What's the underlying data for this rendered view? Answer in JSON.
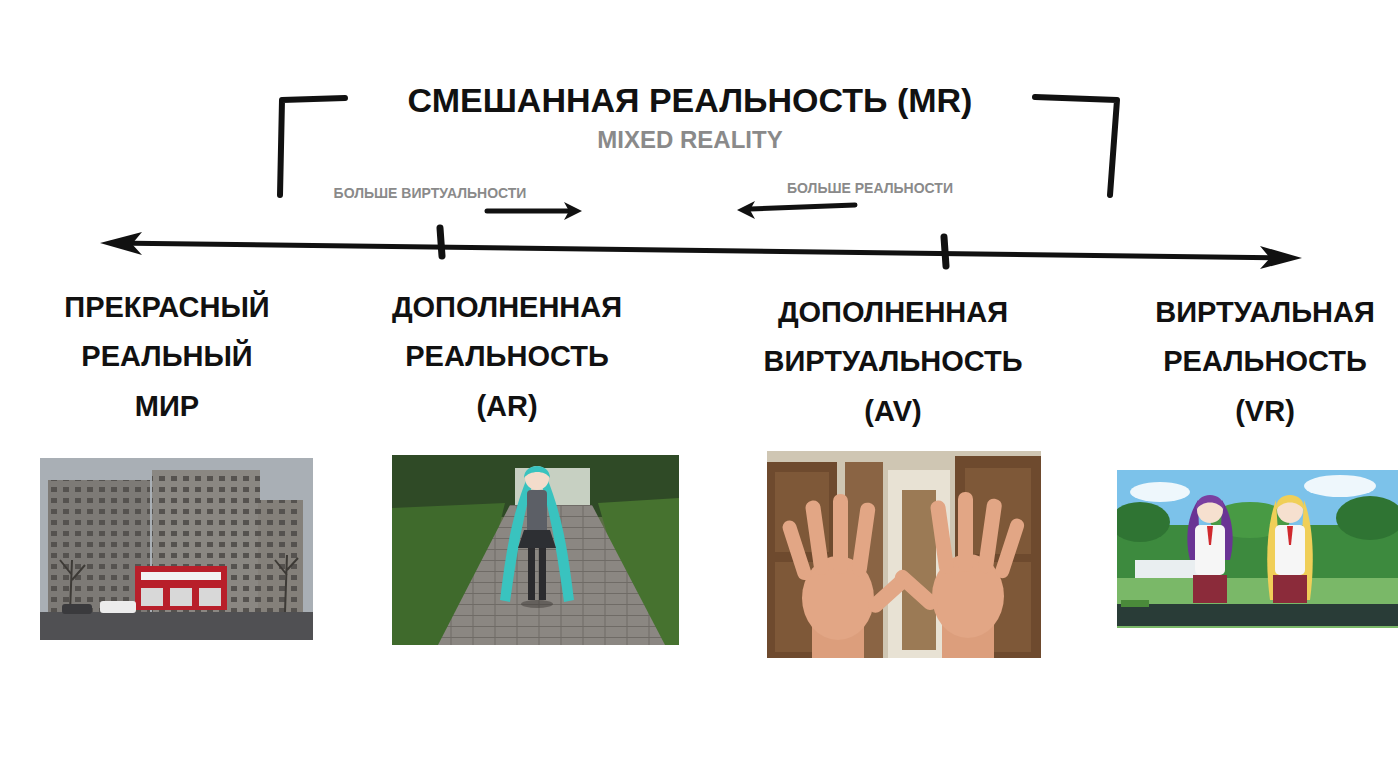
{
  "diagram": {
    "title": "СМЕШАННАЯ РЕАЛЬНОСТЬ (MR)",
    "labels": [
      "MIXED REALITY",
      "БОЛЬШЕ ВИРТУАЛЬНОСТИ",
      "БОЛЬШЕ РЕАЛЬНОСТИ",
      "ПРЕКРАСНЫЙ РЕАЛЬНЫЙ МИР",
      "ДОПОЛНЕННАЯ РЕАЛЬНОСТЬ (AR)",
      "ДОПОЛНЕННАЯ ВИРТУАЛЬНОСТЬ (AV)",
      "ВИРТУАЛЬНАЯ РЕАЛЬНОСТЬ (VR)"
    ]
  }
}
